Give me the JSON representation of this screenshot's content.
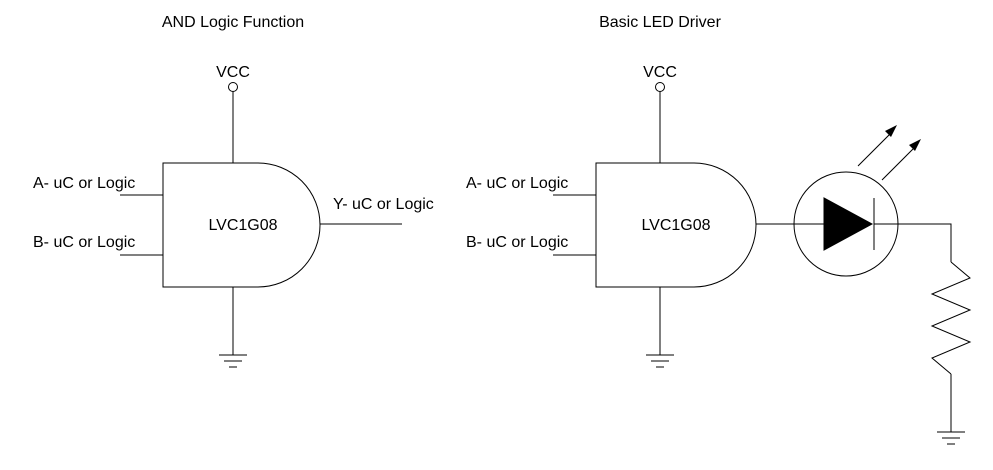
{
  "diagrams": [
    {
      "title": "AND Logic Function",
      "vcc_label": "VCC",
      "input_a": "A- uC or Logic",
      "input_b": "B- uC or Logic",
      "gate_label": "LVC1G08",
      "output_label": "Y- uC or Logic"
    },
    {
      "title": "Basic LED Driver",
      "vcc_label": "VCC",
      "input_a": "A- uC or Logic",
      "input_b": "B- uC or Logic",
      "gate_label": "LVC1G08"
    }
  ]
}
